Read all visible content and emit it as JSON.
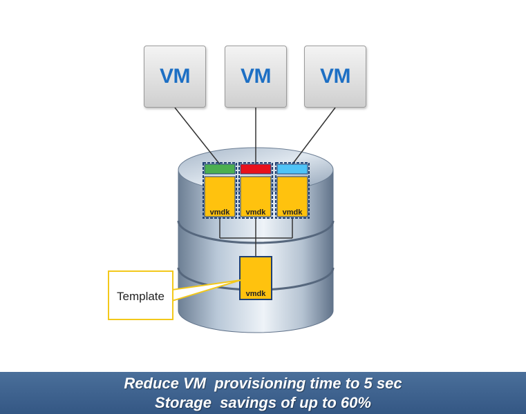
{
  "vms": [
    {
      "label": "VM"
    },
    {
      "label": "VM"
    },
    {
      "label": "VM"
    }
  ],
  "disk": {
    "clones": [
      {
        "label": "vmdk",
        "color": "#4caf50"
      },
      {
        "label": "vmdk",
        "color": "#e8111c"
      },
      {
        "label": "vmdk",
        "color": "#4fc3f7"
      }
    ],
    "template_disk": {
      "label": "vmdk"
    },
    "disk_color": "#ffc20e"
  },
  "callout": {
    "label": "Template"
  },
  "banner": {
    "line1": "Reduce VM  provisioning time to 5 sec",
    "line2": "Storage  savings of up to 60%"
  }
}
